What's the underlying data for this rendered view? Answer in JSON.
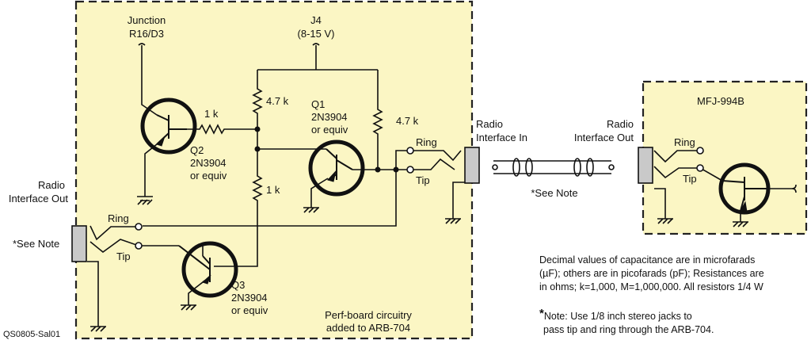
{
  "colors": {
    "panel_fill": "#fbf6c4",
    "panel_border": "#222222",
    "wire": "#111111",
    "jack_fill": "#c9c9c9"
  },
  "labels": {
    "junction": "Junction",
    "junction_ref": "R16/D3",
    "j4": "J4",
    "j4_voltage": "(8-15 V)",
    "r_4k7_left": "4.7 k",
    "r_4k7_right": "4.7 k",
    "r_1k_base": "1 k",
    "r_1k_divider": "1 k",
    "q1_name": "Q1",
    "q1_part": "2N3904",
    "q1_equiv": "or equiv",
    "q2_name": "Q2",
    "q2_part": "2N3904",
    "q2_equiv": "or equiv",
    "q3_name": "Q3",
    "q3_part": "2N3904",
    "q3_equiv": "or equiv",
    "ring_q1": "Ring",
    "tip_q1": "Tip",
    "ring_left": "Ring",
    "tip_left": "Tip",
    "ring_mfj": "Ring",
    "tip_mfj": "Tip",
    "radio_out_left_1": "Radio",
    "radio_out_left_2": "Interface Out",
    "see_note_left": "*See Note",
    "radio_in_1": "Radio",
    "radio_in_2": "Interface In",
    "radio_out_right_1": "Radio",
    "radio_out_right_2": "Interface Out",
    "see_note_cable": "*See Note",
    "mfj_title": "MFJ-994B",
    "perf_board_1": "Perf-board circuitry",
    "perf_board_2": "added to ARB-704",
    "figure_id": "QS0805-Sal01"
  },
  "notes": {
    "values_line1": "Decimal values of capacitance are in microfarads",
    "values_line2": "(µF); others are in picofarads (pF); Resistances are",
    "values_line3": "in ohms; k=1,000, M=1,000,000.  All resistors 1/4 W",
    "note_star": "*",
    "note_line1": "Note:  Use 1/8 inch stereo jacks to",
    "note_line2": "pass tip and ring through the ARB-704."
  }
}
